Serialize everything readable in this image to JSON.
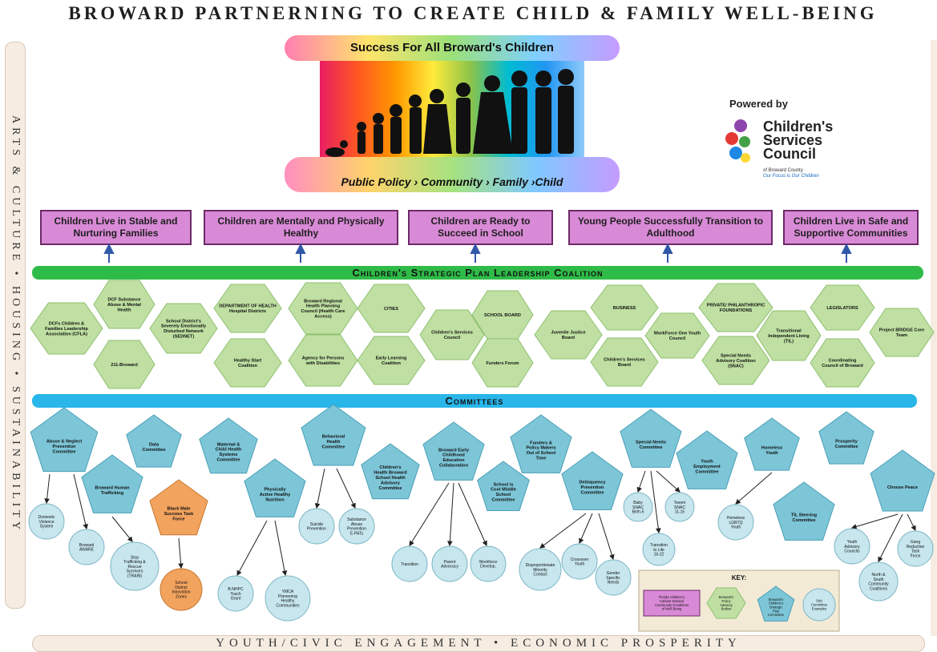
{
  "title": "BROWARD PARTNERNING TO CREATE CHILD & FAMILY WELL-BEING",
  "side_banner": "ARTS & CULTURE • HOUSING • SUSTAINABILITY",
  "bottom_banner": "YOUTH/CIVIC ENGAGEMENT • ECONOMIC PROSPERITY",
  "hero": {
    "top_text": "Success For All Broward's Children",
    "bottom_text": "Public Policy › Community › Family ›Child"
  },
  "brand": {
    "powered_by": "Powered by",
    "name_line1": "Children's",
    "name_line2": "Services",
    "name_line3": "Council",
    "sub": "of Broward County",
    "tagline": "Our Focus is Our Children"
  },
  "goals": [
    "Children Live in Stable and Nurturing Families",
    "Children are Mentally and Physically Healthy",
    "Children are Ready to Succeed in School",
    "Young People Successfully Transition to Adulthood",
    "Children Live in Safe and Supportive Communities"
  ],
  "coalition": {
    "title": "Children's Strategic Plan Leadership Coalition",
    "members": [
      "DCFs Children & Families Leadership Association (CFLA)",
      "DCF Substance Abuse & Mental Health",
      "211-Broward",
      "School District's Severely Emotionally Disturbed Network (SEDNET)",
      "DEPARTMENT OF HEALTH Hospital Districts",
      "Healthy Start Coalition",
      "Broward Regional Health Planning Council (Health Care Access)",
      "Agency for Persons with Disabilities",
      "CITIES",
      "Early Learning Coalition",
      "Children's Services Council",
      "SCHOOL BOARD",
      "Funders Forum",
      "Juvenile Justice Board",
      "BUSINESS",
      "Children's Services Board",
      "WorkForce One Youth Council",
      "PRIVATE/ PHILANTHROPIC FOUNDATIONS",
      "Special Needs Advisory Coalition (SNAC)",
      "Transitional Independent Living (TIL)",
      "LEGISLATORS",
      "Coordinating Council of Broward",
      "Project BRIDGE Core Team"
    ]
  },
  "committees": {
    "title": "Committees",
    "pentagons": [
      "Abuse & Neglect Prevention Committee",
      "Data Committee",
      "Broward Human Trafficking",
      "Maternal & Child Health Systems Committee",
      "Physically Active Healthy Nutrition",
      "Behavioral Health Committee",
      "Children's Health Broward School Health Advisory Committee",
      "Broward Early Childhood Education Collaboration",
      "School is Cool Middle School Committee",
      "Funders & Policy Makers Out of School Time",
      "Delinquency Prevention Committee",
      "Special Needs Committee",
      "Youth Employment Committee",
      "Homeless Youth",
      "TIL Steering Committee",
      "Prosperity Committee",
      "Choose Peace"
    ],
    "task_force": "Black Male Success Task Force",
    "task_force_child": "School District Innovation Zones",
    "circles": [
      "Domestic Violence System",
      "Broward AWARE",
      "Stop Trafficking & Rescue Survivors (TRAIN)",
      "B-NHPC Touch Grant",
      "YMCA Pioneering Healthy Communities",
      "Suicide Prevention",
      "Substance Abuse Prevention E-PATs",
      "Transition",
      "Parent Advocacy",
      "Workforce Develop.",
      "Disproportionate Minority Contact",
      "Crossover Youth",
      "Gender Specific Needs",
      "Baby SNAC Birth-5",
      "Transition to Life 16-22",
      "Tween SNAC 11-15",
      "Homeless LGBTQ Youth",
      "Youth Advisory Councils",
      "North & South Community Coalitions",
      "Gang Reduction Task Force"
    ]
  },
  "key": {
    "title": "KEY:",
    "items": [
      "Florida Children's Cabinet Desired Community Conditions of Well Being",
      "Broward's Policy Advisory Bodies",
      "Broward's Children's Strategic Plan Committee",
      "Sub Committee Examples"
    ]
  },
  "colors": {
    "goal_fill": "#d98ad6",
    "goal_border": "#6b2a67",
    "coalition_fill": "#bfe0a2",
    "committee_fill": "#7dc6d8",
    "task_force_fill": "#f2a35e",
    "circle_fill": "#c7e6ee",
    "green_bar": "#2fbb48",
    "blue_bar": "#29b6e9",
    "arrow": "#3057a8"
  }
}
